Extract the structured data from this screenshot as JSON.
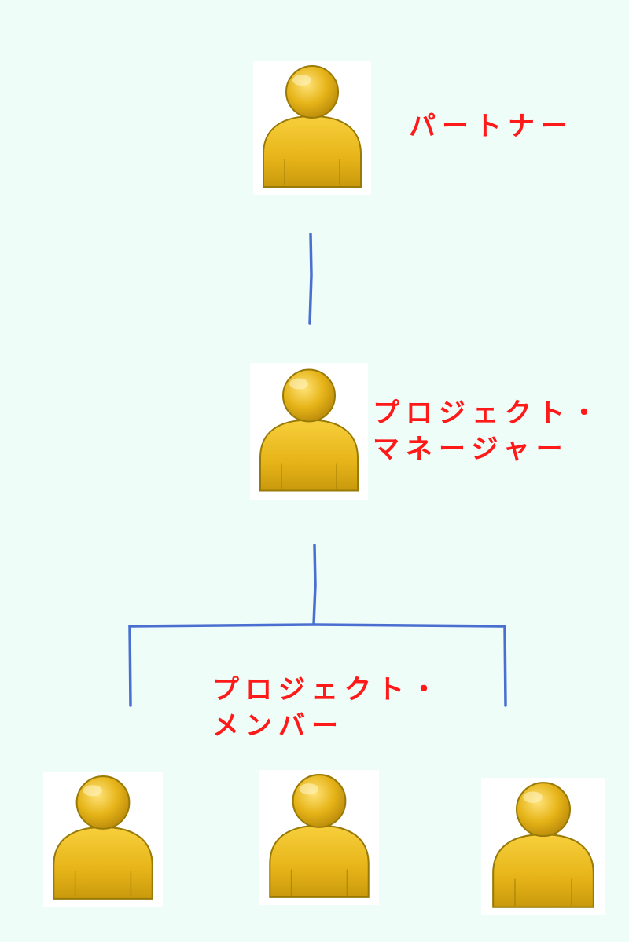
{
  "colors": {
    "background": "#eefdf8",
    "label": "#ff1a1a",
    "connector": "#4a6fd1",
    "person_fill": "#e6b418",
    "person_stroke": "#9a7a06"
  },
  "nodes": {
    "partner": {
      "icon": "person-icon",
      "label_lines": [
        "パートナー"
      ]
    },
    "project_manager": {
      "icon": "person-icon",
      "label_lines": [
        "プロジェクト・",
        "マネージャー"
      ]
    },
    "project_members": {
      "icon": "person-icon",
      "label_lines": [
        "プロジェクト・",
        "メンバー"
      ],
      "count": 3
    }
  }
}
